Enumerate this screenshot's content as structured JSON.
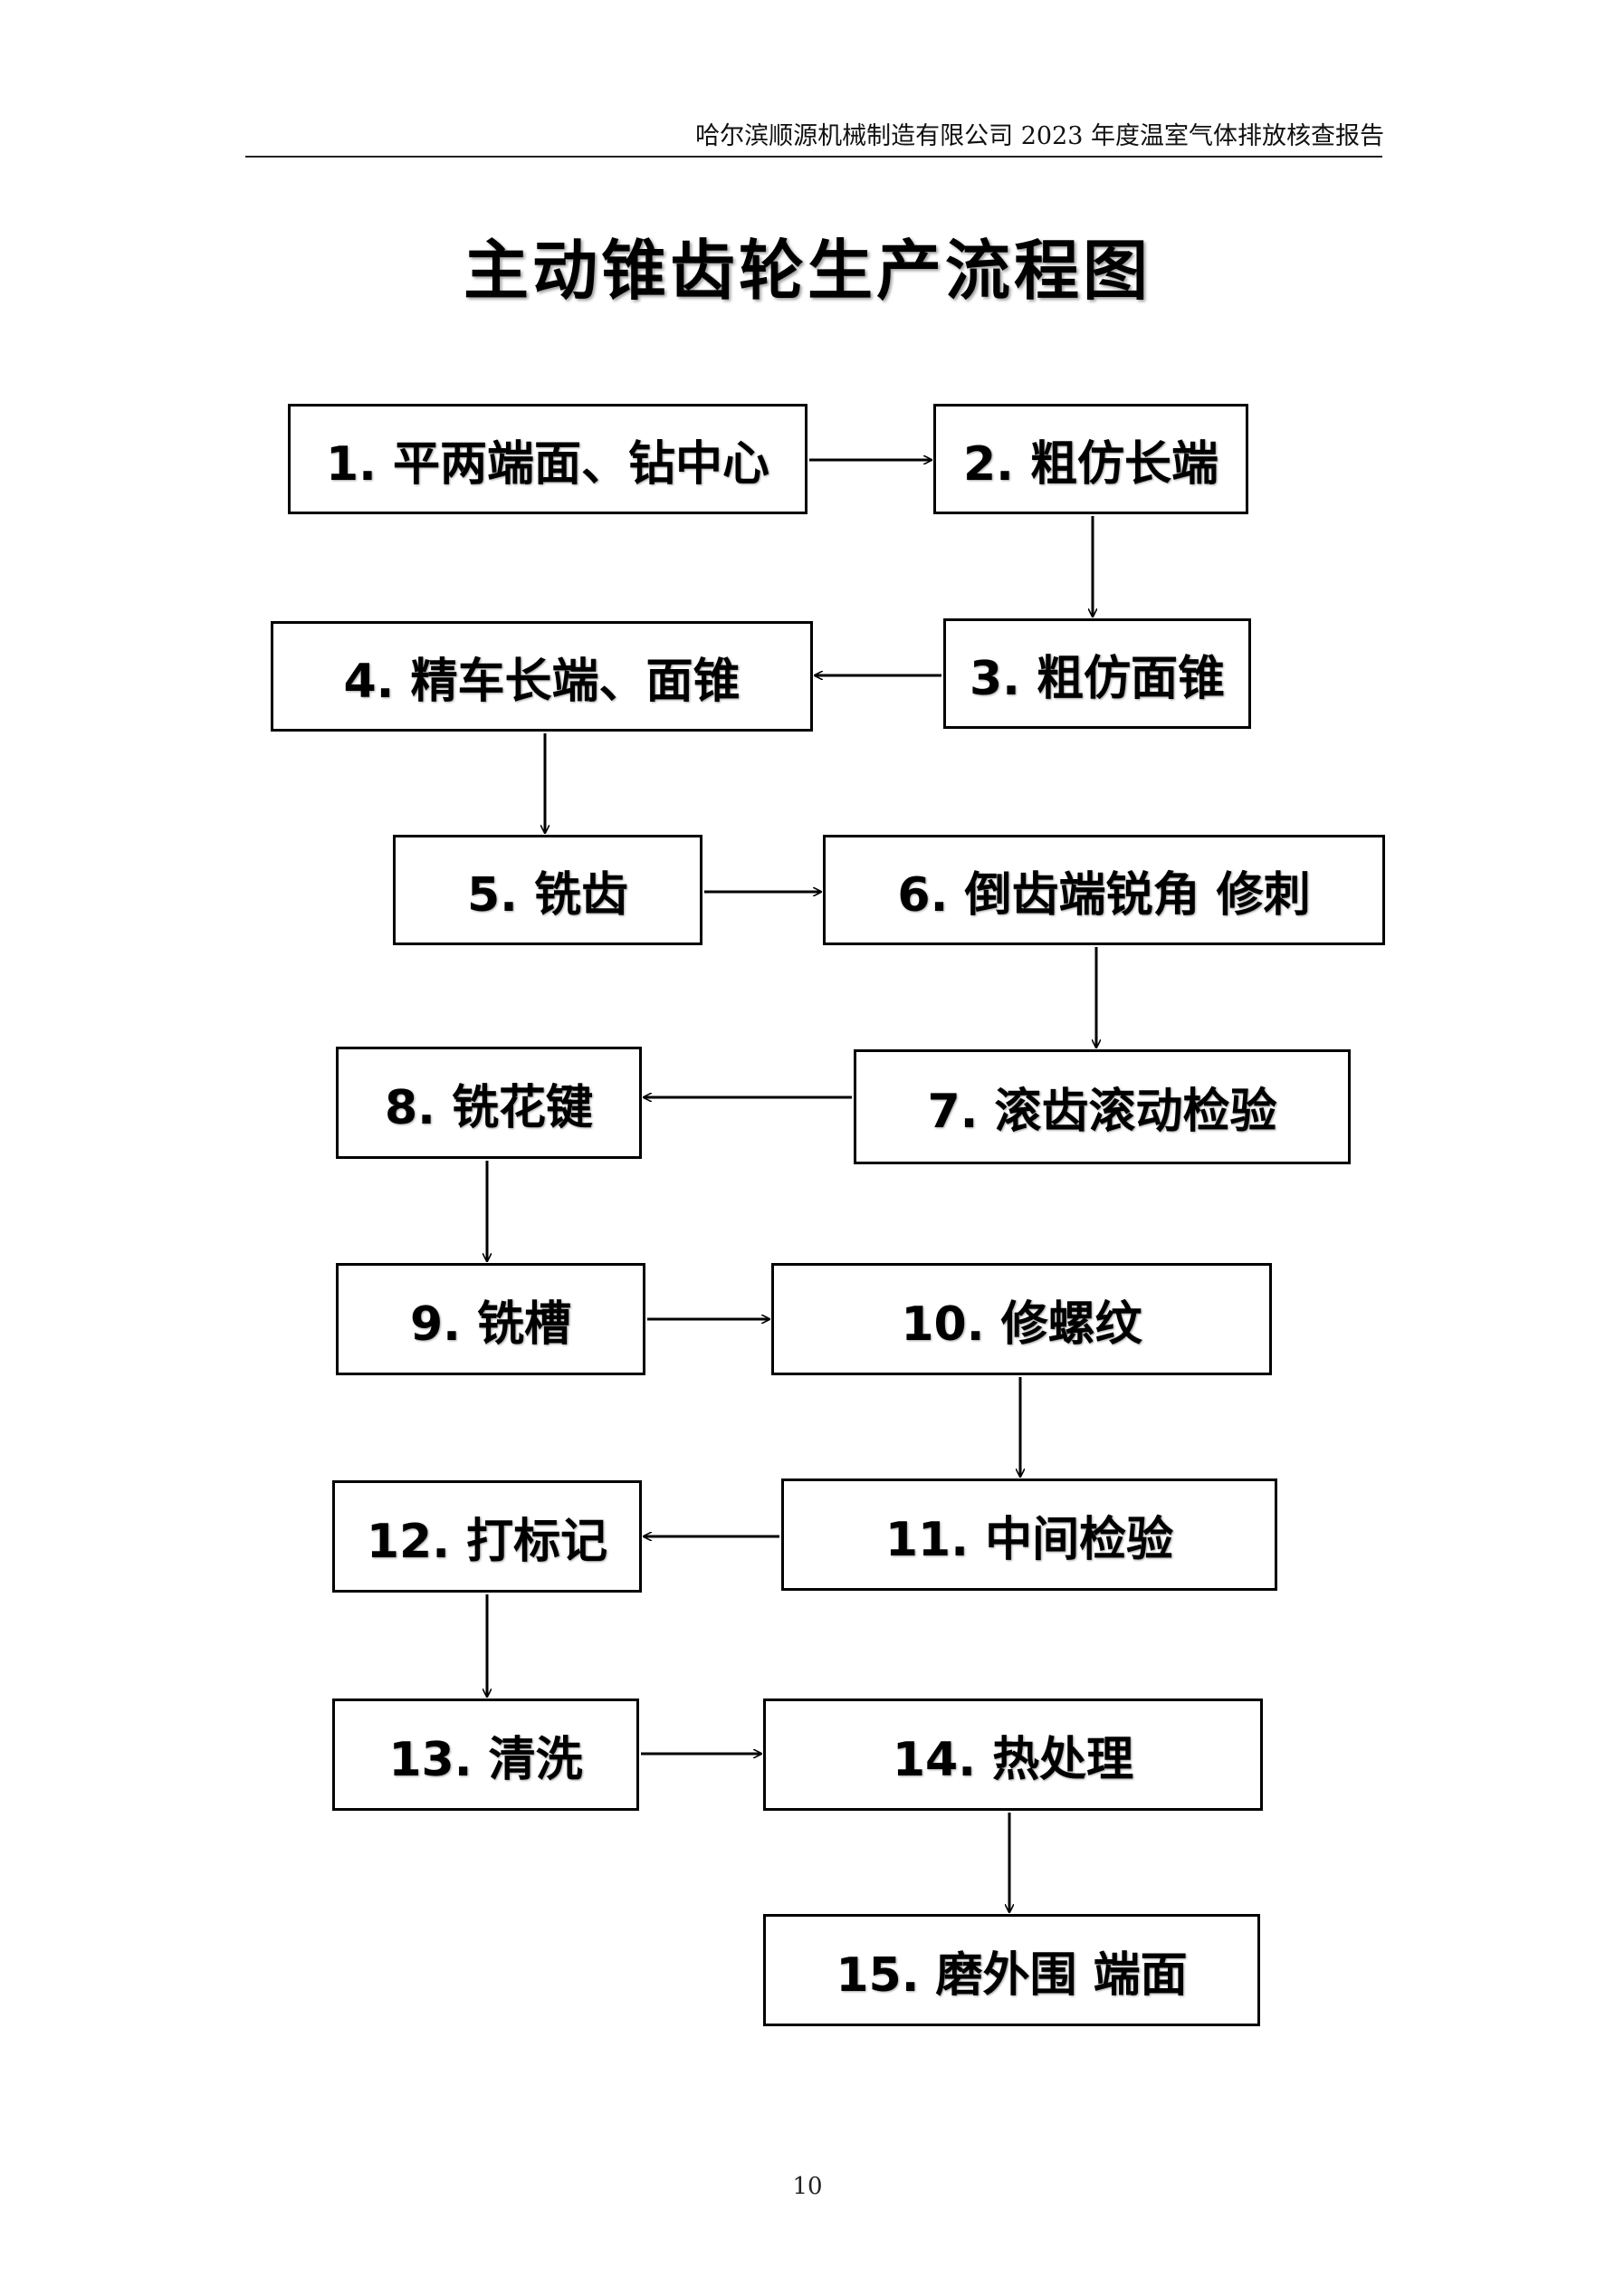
{
  "header": {
    "text": "哈尔滨顺源机械制造有限公司 2023 年度温室气体排放核查报告"
  },
  "diagram": {
    "title": "主动锥齿轮生产流程图",
    "steps": {
      "s1": "1. 平两端面、钻中心",
      "s2": "2. 粗仿长端",
      "s3": "3. 粗仿面锥",
      "s4": "4. 精车长端、面锥",
      "s5": "5. 铣齿",
      "s6": "6. 倒齿端锐角  修刺",
      "s7": "7. 滚齿滚动检验",
      "s8": "8. 铣花键",
      "s9": "9. 铣槽",
      "s10": "10. 修螺纹",
      "s11": "11. 中间检验",
      "s12": "12. 打标记",
      "s13": "13. 清洗",
      "s14": "14. 热处理",
      "s15": "15. 磨外围  端面"
    },
    "flow": [
      [
        "s1",
        "s2"
      ],
      [
        "s2",
        "s3"
      ],
      [
        "s3",
        "s4"
      ],
      [
        "s4",
        "s5"
      ],
      [
        "s5",
        "s6"
      ],
      [
        "s6",
        "s7"
      ],
      [
        "s7",
        "s8"
      ],
      [
        "s8",
        "s9"
      ],
      [
        "s9",
        "s10"
      ],
      [
        "s10",
        "s11"
      ],
      [
        "s11",
        "s12"
      ],
      [
        "s12",
        "s13"
      ],
      [
        "s13",
        "s14"
      ],
      [
        "s14",
        "s15"
      ]
    ]
  },
  "footer": {
    "page_number": "10"
  }
}
